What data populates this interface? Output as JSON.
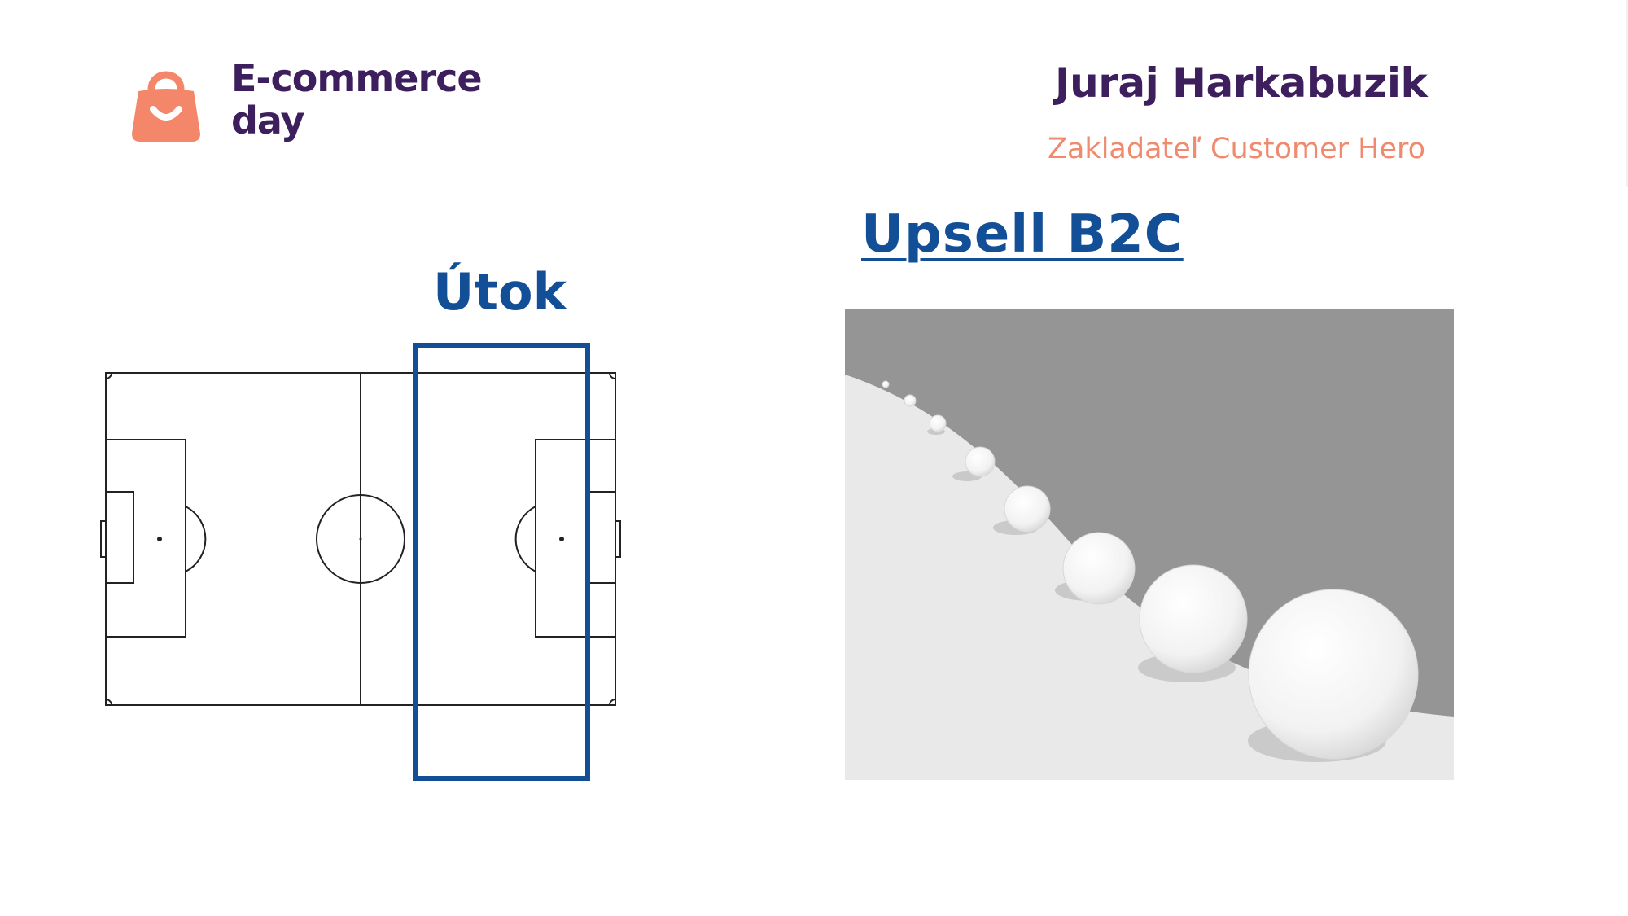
{
  "logo": {
    "line1": "E-commerce",
    "line2": "day",
    "icon": "shopping-bag-icon",
    "color_bag": "#f4876a",
    "color_text": "#3c1f5c"
  },
  "speaker": {
    "name": "Juraj Harkabuzik",
    "role": "Zakladateľ Customer Hero",
    "color_name": "#3c1f5c",
    "color_role": "#f08a6e"
  },
  "heading": {
    "text": "Upsell B2C",
    "color": "#124f96"
  },
  "field_section": {
    "label": "Útok",
    "highlight_color": "#124f96"
  },
  "snowball": {
    "icon": "snowballs-rolling-downhill",
    "sky_color": "#959595",
    "snow_color": "#e9e9e9"
  }
}
